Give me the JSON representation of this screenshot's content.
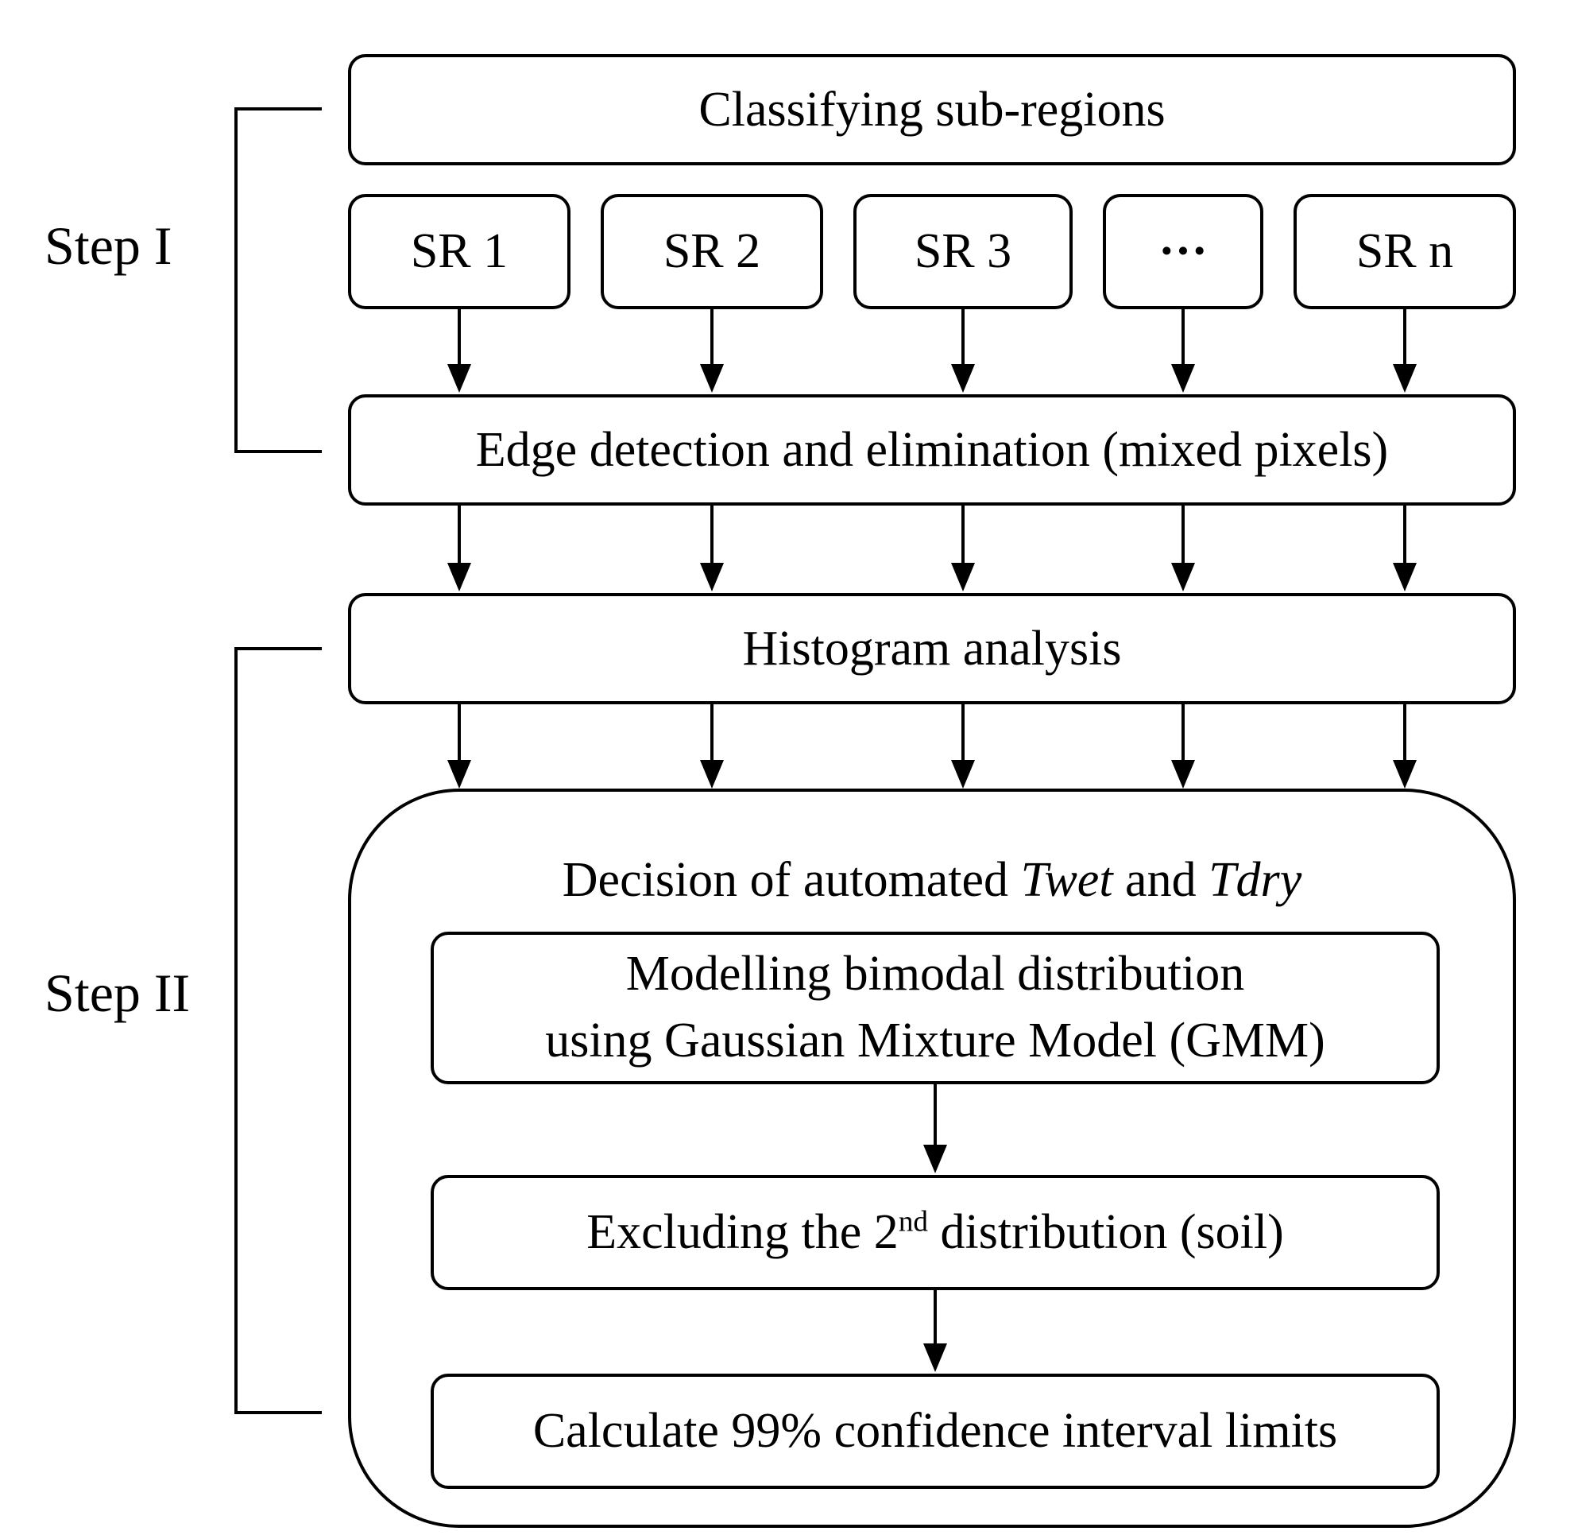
{
  "steps": {
    "step1": "Step I",
    "step2": "Step II"
  },
  "boxes": {
    "classify": "Classifying sub-regions",
    "sr1": "SR 1",
    "sr2": "SR 2",
    "sr3": "SR 3",
    "ellipsis": "···",
    "srn": "SR n",
    "edge": "Edge detection and elimination (mixed pixels)",
    "histogram": "Histogram analysis",
    "decision": {
      "prefix": "Decision of automated ",
      "twet": "Twet",
      "and": " and ",
      "tdry": "Tdry"
    },
    "gmm_line1": "Modelling bimodal distribution",
    "gmm_line2": "using Gaussian Mixture Model (GMM)",
    "exclude": {
      "prefix": "Excluding the 2",
      "sup": "nd",
      "suffix": " distribution (soil)"
    },
    "calc": "Calculate 99% confidence interval limits"
  }
}
